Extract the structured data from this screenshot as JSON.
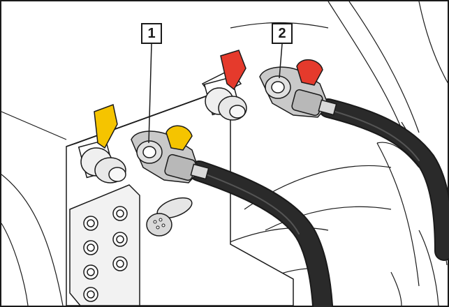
{
  "figure": {
    "callouts": [
      {
        "id": "1",
        "label": "1"
      },
      {
        "id": "2",
        "label": "2"
      }
    ]
  },
  "colors": {
    "handle_yellow": "#f5c400",
    "handle_red": "#e53a2c",
    "hose": "#2a2a2a",
    "line": "#1a1a1a",
    "coupling": "#c9c9c9"
  }
}
